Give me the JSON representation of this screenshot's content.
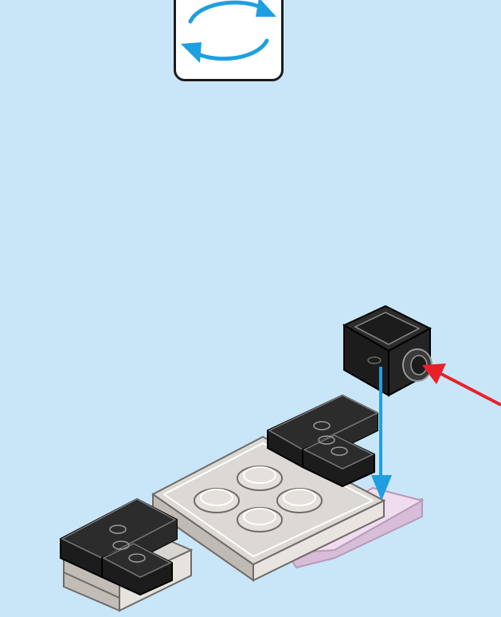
{
  "instruction_step": {
    "rotate_indicator": {
      "icon": "rotate-model-icon",
      "accent_color": "#1f9fe0"
    },
    "background_color": "#c8e6f8",
    "parts": [
      {
        "name": "black-1x2-brick-with-side-stud",
        "color": "#1c1c1c"
      },
      {
        "name": "black-corner-plate-right",
        "color": "#1c1c1c"
      },
      {
        "name": "black-corner-plate-left",
        "color": "#1c1c1c"
      },
      {
        "name": "light-gray-2x2-plate",
        "color": "#d9d5d0"
      },
      {
        "name": "lavender-tile",
        "color": "#e6cfe6"
      }
    ],
    "arrows": [
      {
        "name": "placement-arrow",
        "color": "#1f9fe0"
      },
      {
        "name": "attach-arrow",
        "color": "#e8202a"
      }
    ]
  }
}
